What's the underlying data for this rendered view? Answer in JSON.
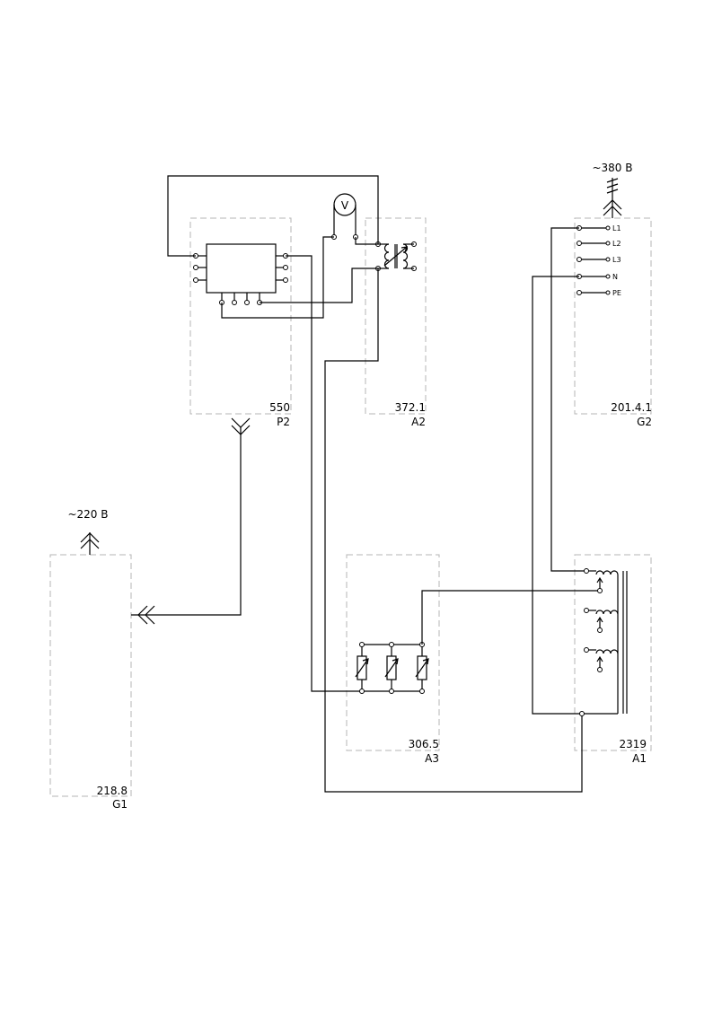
{
  "supply_g2": {
    "voltage": "~380 В",
    "code": "201.4.1",
    "ref": "G2",
    "terminals": [
      "L1",
      "L2",
      "L3",
      "N",
      "PE"
    ]
  },
  "supply_g1": {
    "voltage": "~220 В",
    "code": "218.8",
    "ref": "G1"
  },
  "device_p2": {
    "code": "550",
    "ref": "P2"
  },
  "device_a2": {
    "code": "372.1",
    "ref": "A2"
  },
  "device_a3": {
    "code": "306.5",
    "ref": "A3"
  },
  "device_a1": {
    "code": "2319",
    "ref": "A1"
  },
  "voltmeter": {
    "symbol": "V"
  }
}
